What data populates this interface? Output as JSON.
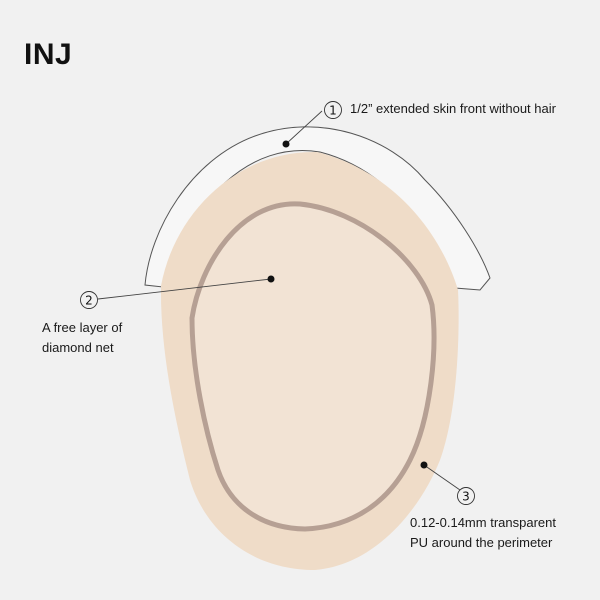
{
  "title": "INJ",
  "callouts": [
    {
      "number": "1",
      "lines": [
        "1/2” extended skin front without hair"
      ]
    },
    {
      "number": "2",
      "lines": [
        "A free layer of",
        "diamond net"
      ]
    },
    {
      "number": "3",
      "lines": [
        "0.12-0.14mm transparent",
        "PU around the perimeter"
      ]
    }
  ],
  "colors": {
    "background": "#f1f1f1",
    "outer_pu": "#efdcc8",
    "inner_net": "#f2e3d4",
    "inner_rim": "#b6a094",
    "skin_front_outline": "#555555",
    "leader": "#444444"
  }
}
